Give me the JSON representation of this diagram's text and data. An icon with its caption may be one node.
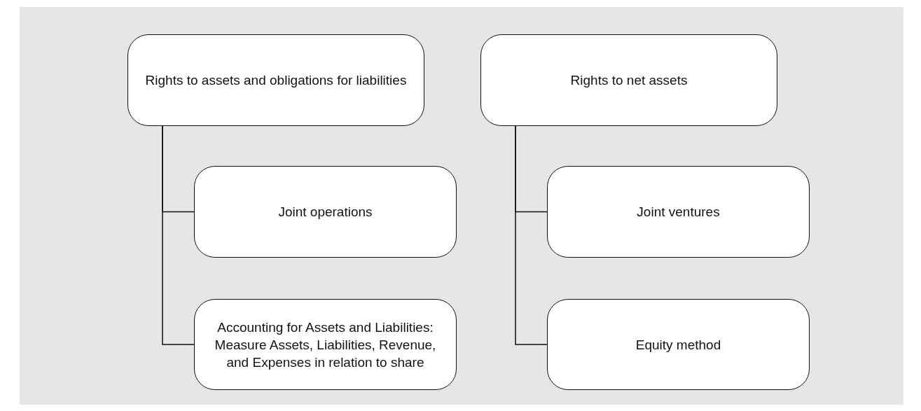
{
  "diagram": {
    "nodes": [
      {
        "text": [
          "Rights to assets and obligations for liabilities"
        ]
      },
      {
        "text": [
          "Joint operations"
        ]
      },
      {
        "text": [
          "Accounting for Assets and Liabilities: Measure Assets, Liabilities, Revenue, and Expenses in relation to share"
        ]
      },
      {
        "text": [
          "Rights to net assets"
        ]
      },
      {
        "text": [
          "Joint ventures"
        ]
      },
      {
        "text": [
          "Equity method"
        ]
      }
    ],
    "edges": [
      {
        "from": 0,
        "to": 1,
        "arrow": "none"
      },
      {
        "from": 0,
        "to": 2,
        "arrow": "none"
      },
      {
        "from": 3,
        "to": 4,
        "arrow": "none"
      },
      {
        "from": 3,
        "to": 5,
        "arrow": "none"
      }
    ]
  }
}
